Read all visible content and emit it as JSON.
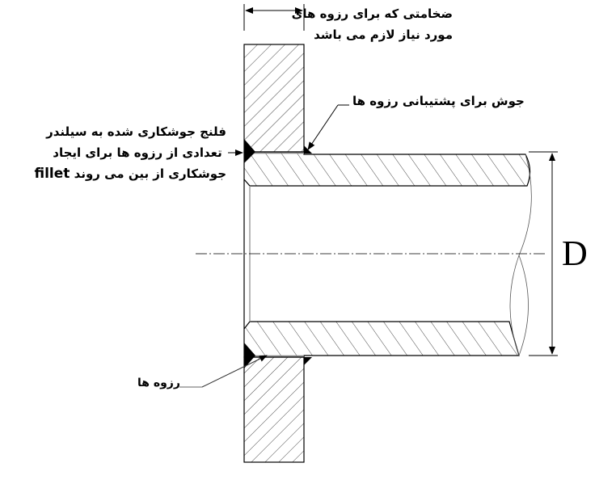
{
  "diagram": {
    "type": "engineering-cross-section",
    "subject": "threaded flange welded to pipe (cylinder)",
    "labels": {
      "thickness_line1": "ضخامتی که برای رزوه های",
      "thickness_line2": "مورد نیاز لازم می باشد",
      "back_weld": "جوش برای پشتیبانی رزوه ها",
      "flange_line1": "فلنج جوشکاری شده به سیلندر",
      "flange_line2": "تعدادی از رزوه ها برای ایجاد",
      "flange_line3_latin": "fillet",
      "flange_line3_rest": "جوشکاری از بین می روند",
      "threads": "رزوه ها",
      "diameter": "D"
    },
    "colors": {
      "line": "#000000",
      "hatch": "#333333",
      "weld": "#000000",
      "background": "#ffffff"
    }
  }
}
